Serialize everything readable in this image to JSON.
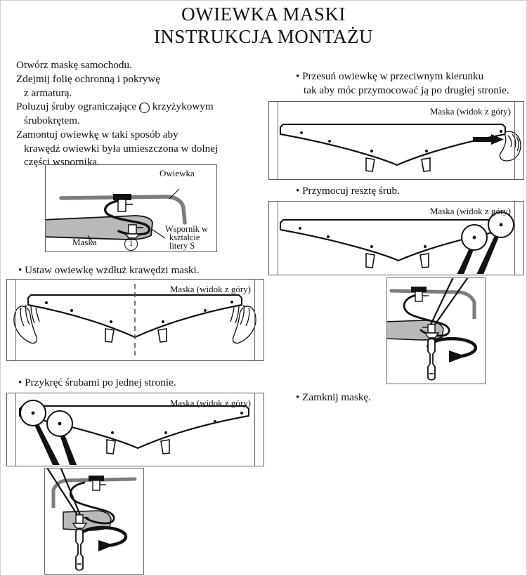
{
  "title": {
    "line1": "OWIEWKA MASKI",
    "line2": "INSTRUKCJA MONTAŻU"
  },
  "intro_bullets": [
    {
      "lines": [
        "Otwórz maskę samochodu."
      ]
    },
    {
      "lines": [
        "Zdejmij folię ochronną i pokrywę",
        "z armaturą."
      ]
    },
    {
      "lines": [
        "Poluzuj śruby ograniczające ① krzyżykowym",
        "śrubokrętem."
      ]
    },
    {
      "lines": [
        "Zamontuj owiewkę w taki sposób aby",
        "krawędź owiewki była umieszczona w dolnej",
        "części wspornika."
      ]
    }
  ],
  "steps": {
    "align": "• Ustaw owiewkę wzdłuż krawędzi maski.",
    "screw_one_side": "• Przykręć śrubami po jednej stronie.",
    "slide_opposite_l1": "• Przesuń owiewkę w przeciwnym kierunku",
    "slide_opposite_l2": "tak aby móc przymocować ją po drugiej stronie.",
    "remaining_screws": "• Przymocuj resztę śrub.",
    "close_hood": "• Zamknij maskę."
  },
  "diagram1": {
    "deflector_label": "Owiewka",
    "hood_label": "Maska",
    "bracket_label_l1": "Wspornik w",
    "bracket_label_l2": "kształcie",
    "bracket_label_l3": "litery S",
    "screw_marker": "1"
  },
  "panel_labels": {
    "hood_top_view": "Maska (widok z góry)"
  },
  "colors": {
    "hood_gray": "#b9b9b9",
    "deflector_gray": "#808080",
    "outline": "#111111",
    "panel_border": "#5a5a66"
  },
  "chart_data": null
}
